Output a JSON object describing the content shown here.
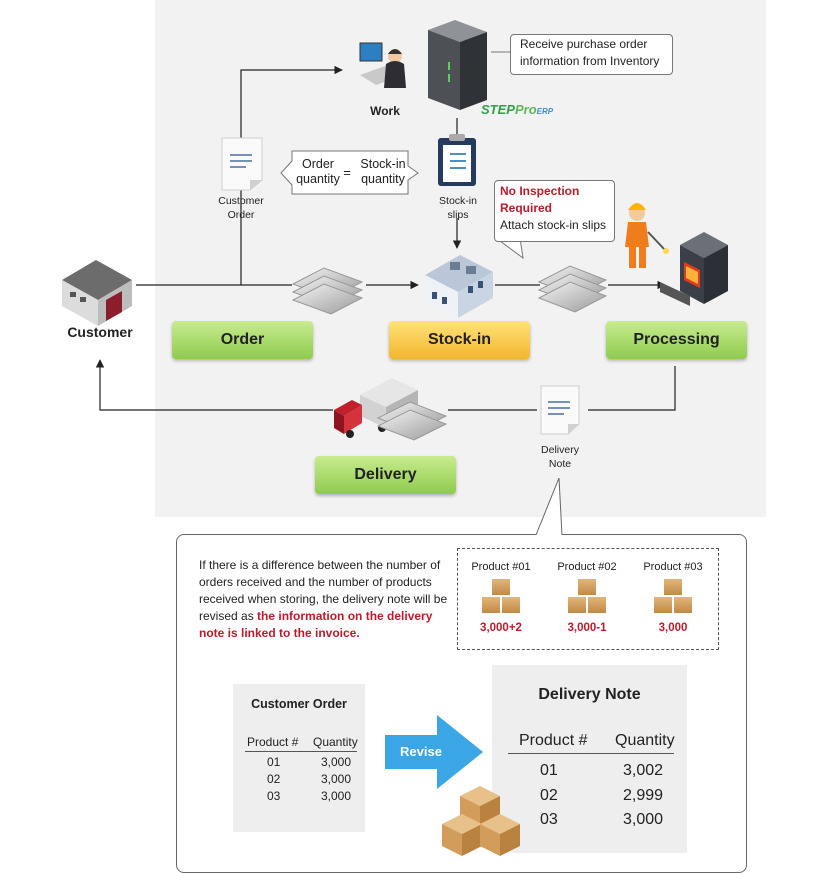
{
  "colors": {
    "panel": "#f2f2f2",
    "green": "#8fcb4e",
    "yellow": "#f2b62c",
    "accent_red": "#c0192c",
    "arrow_blue": "#3aa6e6"
  },
  "top": {
    "customer": "Customer",
    "work": "Work",
    "erp_brand": {
      "step": "STEP",
      "pro": "Pro",
      "erp": "ERP"
    },
    "erp_callout": [
      "Receive purchase order",
      "information from Inventory"
    ],
    "customer_order": [
      "Customer",
      "Order"
    ],
    "compare": {
      "left": [
        "Order",
        "quantity"
      ],
      "eq": "=",
      "right": [
        "Stock-in",
        "quantity"
      ]
    },
    "stockin_slips": [
      "Stock-in",
      "slips"
    ],
    "inspection": {
      "line1": "No Inspection",
      "line2": "Required",
      "line3": "Attach stock-in slips"
    },
    "delivery_note": [
      "Delivery",
      "Note"
    ],
    "stages": {
      "order": "Order",
      "stockin": "Stock-in",
      "processing": "Processing",
      "delivery": "Delivery"
    }
  },
  "bottom": {
    "description": "If there is a difference between the number of orders received and the number of products received when storing, the delivery note will be revised as",
    "highlight": "the information on the delivery note is linked to the invoice.",
    "products": [
      {
        "name": "Product #01",
        "qty": "3,000+2"
      },
      {
        "name": "Product #02",
        "qty": "3,000-1"
      },
      {
        "name": "Product #03",
        "qty": "3,000"
      }
    ],
    "customer_order": {
      "title": "Customer Order",
      "headers": [
        "Product #",
        "Quantity"
      ],
      "rows": [
        [
          "01",
          "3,000"
        ],
        [
          "02",
          "3,000"
        ],
        [
          "03",
          "3,000"
        ]
      ]
    },
    "revise": "Revise",
    "delivery_note": {
      "title": "Delivery Note",
      "headers": [
        "Product #",
        "Quantity"
      ],
      "rows": [
        [
          "01",
          "3,002"
        ],
        [
          "02",
          "2,999"
        ],
        [
          "03",
          "3,000"
        ]
      ]
    }
  }
}
